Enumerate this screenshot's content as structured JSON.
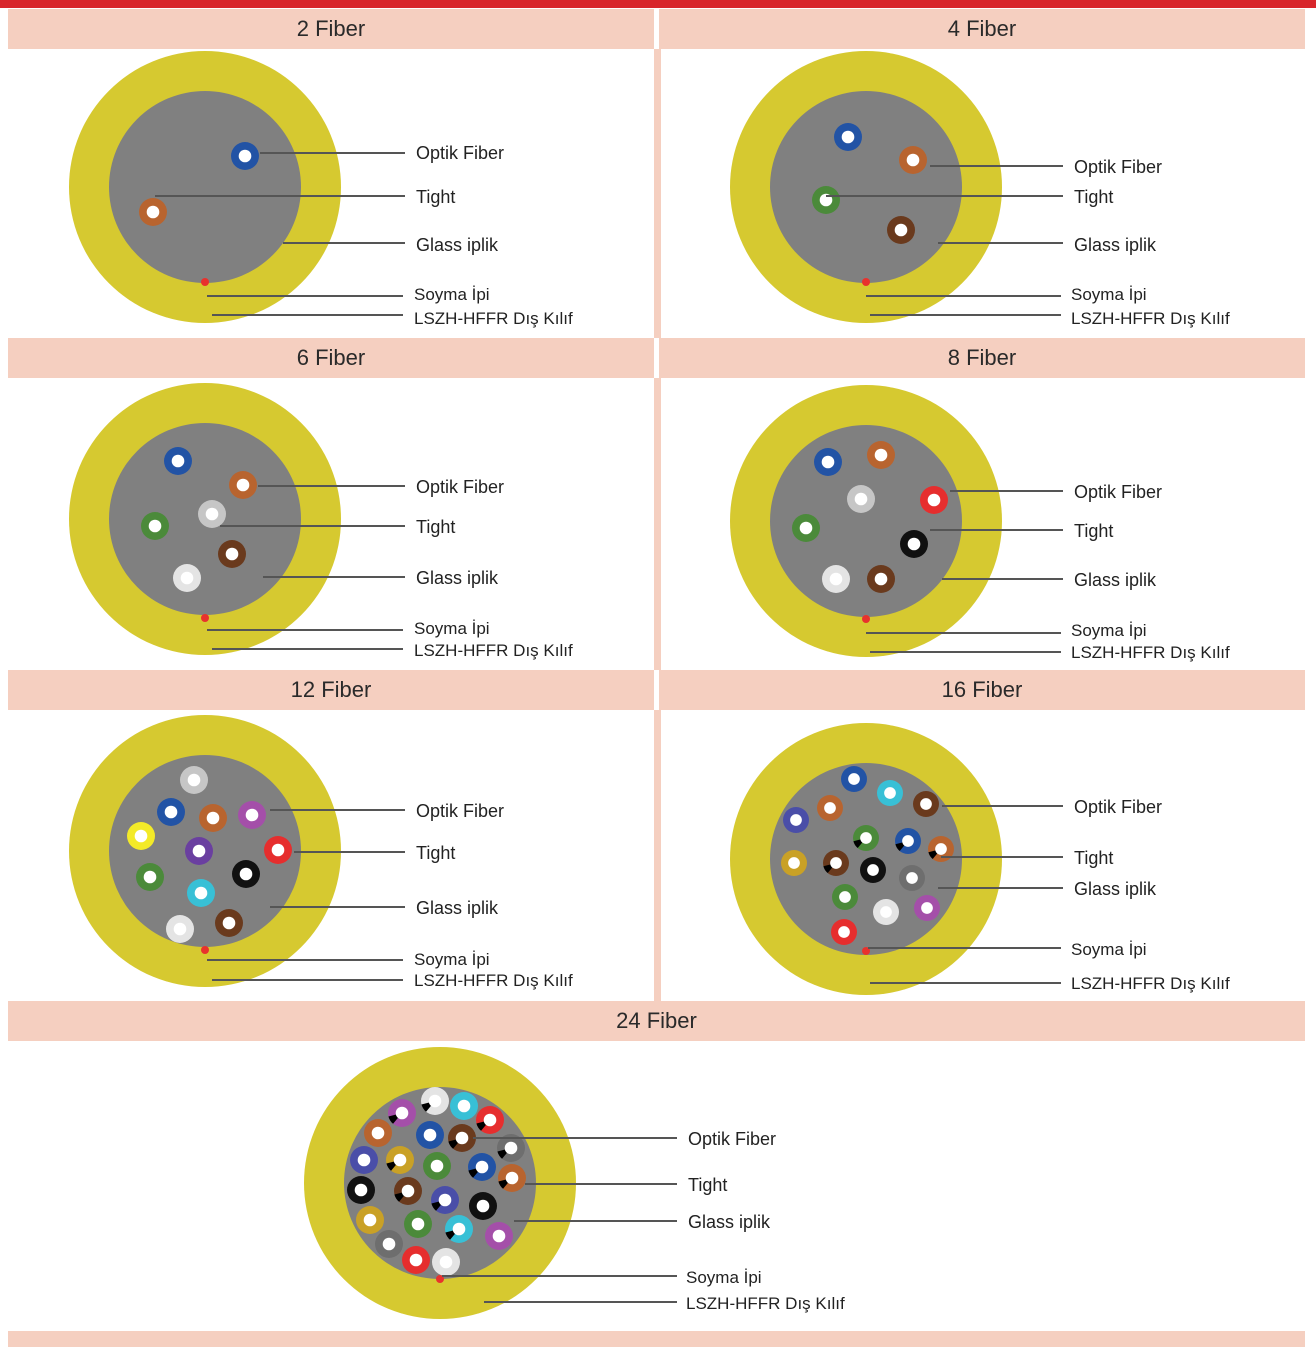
{
  "colors": {
    "top_bar": "#d8262c",
    "band": "#f5cfc0",
    "jacket": "#d6c930",
    "core": "#808080",
    "rip_cord": "#e8322d",
    "leader": "#555555"
  },
  "fiber_colors": {
    "blue": "#2253a5",
    "orange": "#b8642f",
    "green": "#4b8a3a",
    "brown": "#6a3a1d",
    "slate": "#7a7a7a",
    "white": "#e4e4e4",
    "red": "#e62e2e",
    "black": "#111111",
    "yellow": "#f3ea28",
    "violet": "#6a3fa0",
    "cyan": "#38c0d6",
    "magenta": "#a44fa9",
    "lightgray": "#c6c6c6",
    "navy": "#4a4ea8",
    "gold": "#c9a126",
    "darkgray": "#6e6e6e"
  },
  "labels": {
    "optik_fiber": "Optik Fiber",
    "tight": "Tight",
    "glass": "Glass iplik",
    "soyma": "Soyma İpi",
    "lszh": "LSZH-HFFR Dış Kılıf"
  },
  "panels": [
    {
      "title": "2 Fiber",
      "fibers": [
        {
          "color": "blue",
          "marked": false
        },
        {
          "color": "orange",
          "marked": false
        }
      ]
    },
    {
      "title": "4 Fiber",
      "fibers": [
        {
          "color": "blue",
          "marked": false
        },
        {
          "color": "orange",
          "marked": false
        },
        {
          "color": "green",
          "marked": false
        },
        {
          "color": "brown",
          "marked": false
        }
      ]
    },
    {
      "title": "6 Fiber",
      "fibers": [
        {
          "color": "blue",
          "marked": false
        },
        {
          "color": "orange",
          "marked": false
        },
        {
          "color": "green",
          "marked": false
        },
        {
          "color": "lightgray",
          "marked": false
        },
        {
          "color": "brown",
          "marked": false
        },
        {
          "color": "white",
          "marked": false
        }
      ]
    },
    {
      "title": "8 Fiber",
      "fibers": [
        {
          "color": "blue",
          "marked": false
        },
        {
          "color": "orange",
          "marked": false
        },
        {
          "color": "lightgray",
          "marked": false
        },
        {
          "color": "red",
          "marked": false
        },
        {
          "color": "green",
          "marked": false
        },
        {
          "color": "black",
          "marked": false
        },
        {
          "color": "white",
          "marked": false
        },
        {
          "color": "brown",
          "marked": false
        }
      ]
    },
    {
      "title": "12 Fiber",
      "fibers": [
        {
          "color": "lightgray",
          "marked": false
        },
        {
          "color": "blue",
          "marked": false
        },
        {
          "color": "orange",
          "marked": false
        },
        {
          "color": "magenta",
          "marked": false
        },
        {
          "color": "yellow",
          "marked": false
        },
        {
          "color": "violet",
          "marked": false
        },
        {
          "color": "red",
          "marked": false
        },
        {
          "color": "green",
          "marked": false
        },
        {
          "color": "black",
          "marked": false
        },
        {
          "color": "cyan",
          "marked": false
        },
        {
          "color": "white",
          "marked": false
        },
        {
          "color": "brown",
          "marked": false
        }
      ]
    },
    {
      "title": "16 Fiber",
      "fibers": [
        {
          "color": "blue",
          "marked": false
        },
        {
          "color": "cyan",
          "marked": false
        },
        {
          "color": "orange",
          "marked": false
        },
        {
          "color": "brown",
          "marked": false
        },
        {
          "color": "navy",
          "marked": false
        },
        {
          "color": "green",
          "marked": true
        },
        {
          "color": "blue",
          "marked": true
        },
        {
          "color": "orange",
          "marked": true
        },
        {
          "color": "gold",
          "marked": false
        },
        {
          "color": "brown",
          "marked": true
        },
        {
          "color": "black",
          "marked": false
        },
        {
          "color": "darkgray",
          "marked": false
        },
        {
          "color": "green",
          "marked": false
        },
        {
          "color": "white",
          "marked": false
        },
        {
          "color": "magenta",
          "marked": false
        },
        {
          "color": "red",
          "marked": false
        }
      ]
    },
    {
      "title": "24 Fiber",
      "fibers": [
        {
          "color": "white",
          "marked": true
        },
        {
          "color": "magenta",
          "marked": true
        },
        {
          "color": "cyan",
          "marked": false
        },
        {
          "color": "red",
          "marked": true
        },
        {
          "color": "orange",
          "marked": false
        },
        {
          "color": "blue",
          "marked": false
        },
        {
          "color": "brown",
          "marked": true
        },
        {
          "color": "darkgray",
          "marked": true
        },
        {
          "color": "navy",
          "marked": false
        },
        {
          "color": "gold",
          "marked": true
        },
        {
          "color": "green",
          "marked": false
        },
        {
          "color": "blue",
          "marked": true
        },
        {
          "color": "orange",
          "marked": true
        },
        {
          "color": "black",
          "marked": false
        },
        {
          "color": "brown",
          "marked": true
        },
        {
          "color": "navy",
          "marked": true
        },
        {
          "color": "black",
          "marked": false
        },
        {
          "color": "gold",
          "marked": false
        },
        {
          "color": "green",
          "marked": false
        },
        {
          "color": "cyan",
          "marked": true
        },
        {
          "color": "magenta",
          "marked": false
        },
        {
          "color": "darkgray",
          "marked": false
        },
        {
          "color": "red",
          "marked": false
        },
        {
          "color": "white",
          "marked": false
        }
      ]
    }
  ]
}
